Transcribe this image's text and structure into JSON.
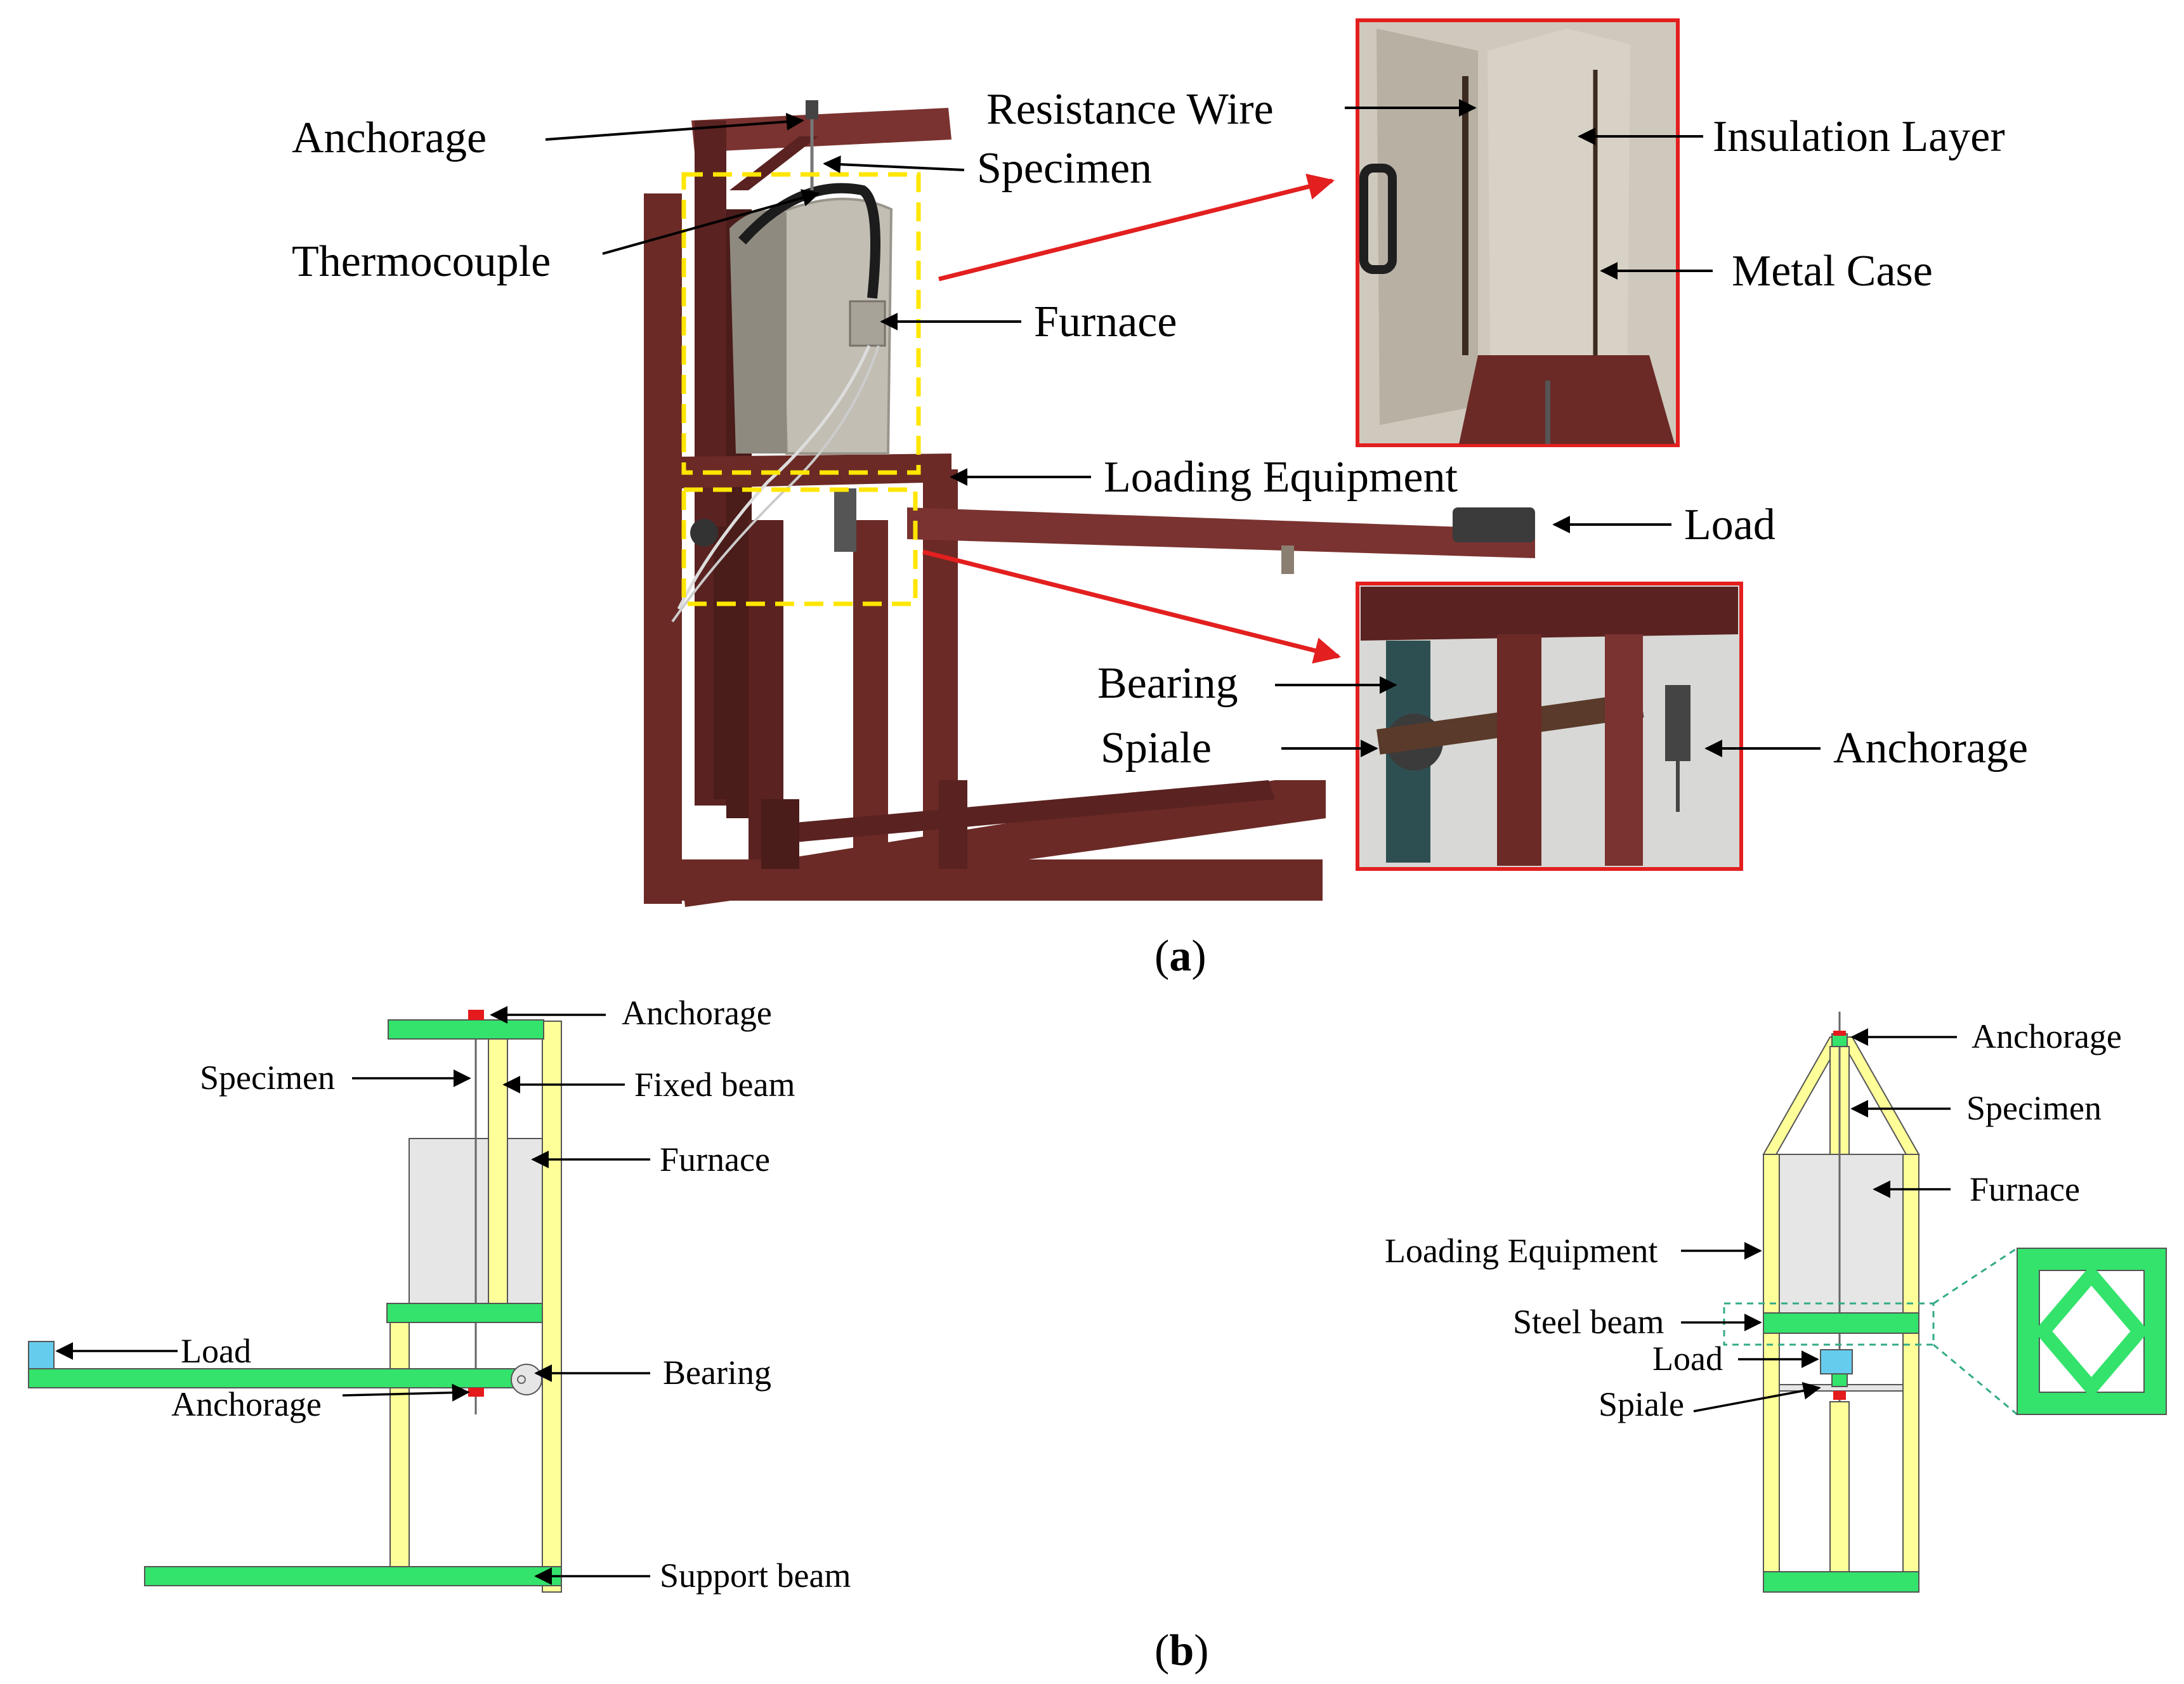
{
  "panel_a": {
    "labels": {
      "anchorage_top": "Anchorage",
      "specimen": "Specimen",
      "thermocouple": "Thermocouple",
      "furnace": "Furnace",
      "loading_equipment": "Loading Equipment",
      "load": "Load",
      "resistance_wire": "Resistance Wire",
      "insulation_layer": "Insulation Layer",
      "metal_case": "Metal Case",
      "bearing": "Bearing",
      "spiale": "Spiale",
      "anchorage_bottom": "Anchorage"
    },
    "caption_letter": "a"
  },
  "panel_b": {
    "left_labels": {
      "anchorage_top": "Anchorage",
      "specimen": "Specimen",
      "fixed_beam": "Fixed beam",
      "furnace": "Furnace",
      "load": "Load",
      "bearing": "Bearing",
      "anchorage_bottom": "Anchorage",
      "support_beam": "Support beam"
    },
    "right_labels": {
      "anchorage": "Anchorage",
      "specimen": "Specimen",
      "furnace": "Furnace",
      "loading_equipment": "Loading Equipment",
      "steel_beam": "Steel beam",
      "load": "Load",
      "spiale": "Spiale"
    },
    "caption_letter": "b"
  },
  "colors": {
    "frame_steel": "#6b2a26",
    "frame_shadow": "#4a1c1a",
    "furnace_metal": "#bdb8ae",
    "highlight_yellow": "#ffe600",
    "detail_border_red": "#e31f1f",
    "beam_green": "#33e36b",
    "column_yellow": "#ffff99",
    "furnace_grey": "#e6e6e6",
    "load_blue": "#66ccee",
    "anchor_red": "#e41a1c",
    "bracing_teal": "#33aa88"
  }
}
